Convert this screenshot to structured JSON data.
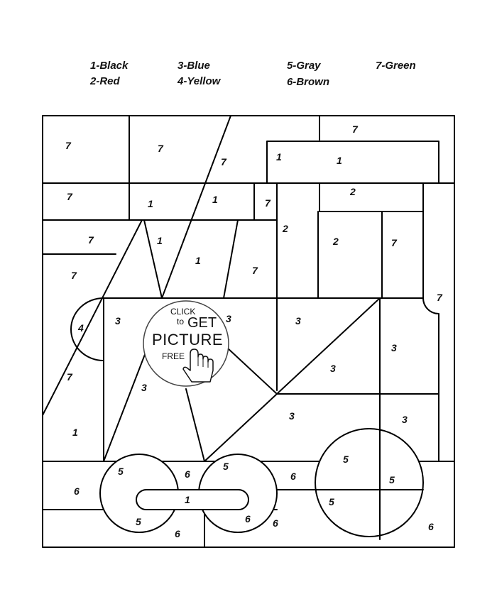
{
  "legend": {
    "c1": "1-Black",
    "c2": "2-Red",
    "c3": "3-Blue",
    "c4": "4-Yellow",
    "c5": "5-Gray",
    "c6": "6-Brown",
    "c7": "7-Green"
  },
  "badge": {
    "click": "CLICK",
    "to": "to",
    "get": "GET",
    "picture": "PICTURE",
    "free": "FREE"
  },
  "numbers": {
    "n01": "7",
    "n02": "7",
    "n03": "7",
    "n04": "1",
    "n05": "1",
    "n06": "7",
    "n07": "7",
    "n08": "1",
    "n09": "1",
    "n10": "7",
    "n11": "2",
    "n12": "7",
    "n13": "1",
    "n14": "1",
    "n15": "2",
    "n16": "2",
    "n17": "7",
    "n18": "7",
    "n19": "7",
    "n20": "4",
    "n21": "3",
    "n22": "3",
    "n23": "3",
    "n24": "3",
    "n25": "3",
    "n26": "7",
    "n27": "3",
    "n28": "3",
    "n29": "1",
    "n30": "3",
    "n31": "7",
    "n32": "5",
    "n33": "6",
    "n34": "5",
    "n35": "6",
    "n36": "5",
    "n37": "6",
    "n38": "1",
    "n39": "5",
    "n40": "5",
    "n41": "5",
    "n42": "6",
    "n43": "6",
    "n44": "6"
  }
}
